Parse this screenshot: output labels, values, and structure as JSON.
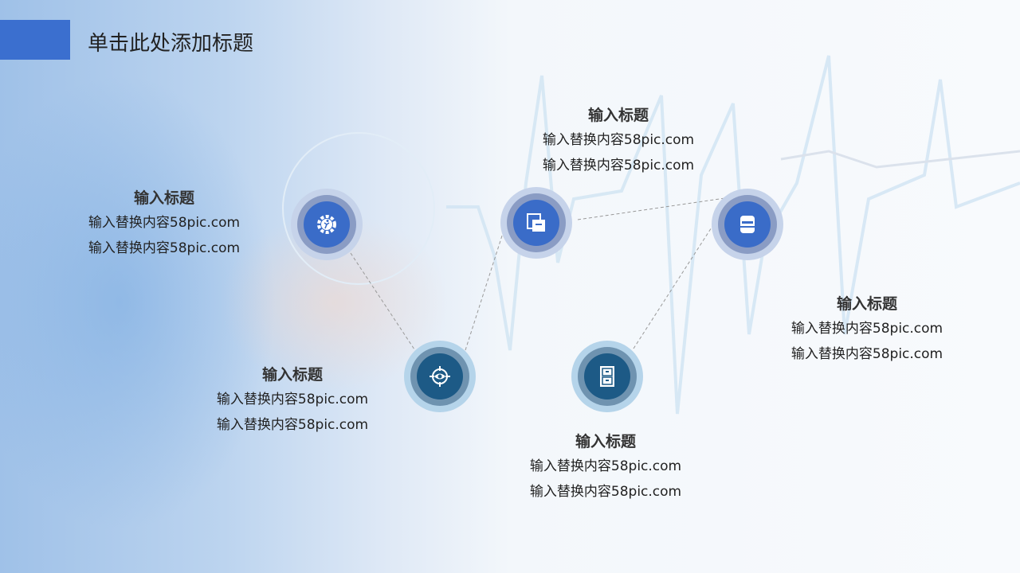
{
  "slide": {
    "title": "单击此处添加标题"
  },
  "colors": {
    "accent": "#3b6fcf",
    "node_top": "#3a6cc8",
    "node_bottom": "#1d5a86"
  },
  "blocks": [
    {
      "title": "输入标题",
      "lines": [
        "输入替换内容58pic.com",
        "输入替换内容58pic.com"
      ],
      "icon": "gear-runner-icon"
    },
    {
      "title": "输入标题",
      "lines": [
        "输入替换内容58pic.com",
        "输入替换内容58pic.com"
      ],
      "icon": "folders-icon"
    },
    {
      "title": "输入标题",
      "lines": [
        "输入替换内容58pic.com",
        "输入替换内容58pic.com"
      ],
      "icon": "printer-icon"
    },
    {
      "title": "输入标题",
      "lines": [
        "输入替换内容58pic.com",
        "输入替换内容58pic.com"
      ],
      "icon": "eye-target-icon"
    },
    {
      "title": "输入标题",
      "lines": [
        "输入替换内容58pic.com",
        "输入替换内容58pic.com"
      ],
      "icon": "cabinet-icon"
    }
  ]
}
